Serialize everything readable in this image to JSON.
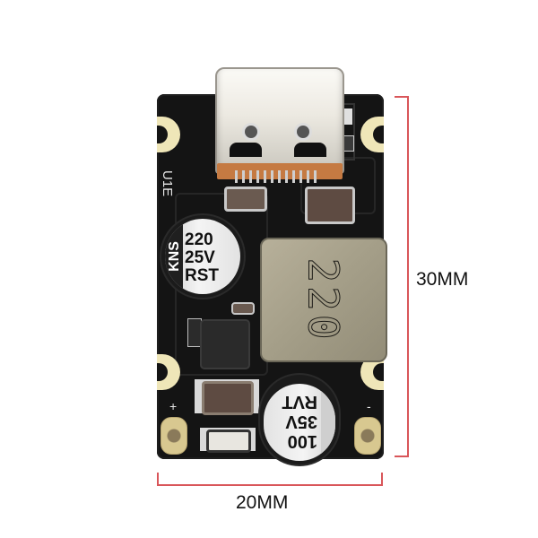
{
  "product": {
    "type": "USB-C buck/boost converter module (PCB)",
    "board_color": "#141414"
  },
  "dimensions": {
    "height_label": "30MM",
    "width_label": "20MM",
    "line_color": "#d9565a"
  },
  "silkscreen": {
    "ref_designator": "U1E",
    "plus_sign": "+",
    "minus_sign": "-"
  },
  "components": {
    "usb_connector": {
      "type": "USB Type-C"
    },
    "capacitor_top": {
      "brand": "KNS",
      "value": "220",
      "voltage": "25V",
      "series": "RST"
    },
    "capacitor_bottom": {
      "value": "100",
      "voltage": "35V",
      "series": "RVT"
    },
    "inductor": {
      "marking": "220"
    },
    "ic": {
      "package": "QFN"
    }
  }
}
